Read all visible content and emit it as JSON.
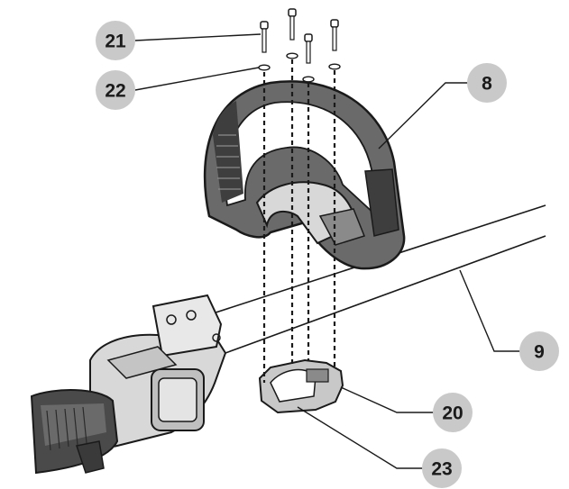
{
  "callouts": {
    "c21": "21",
    "c22": "22",
    "c8": "8",
    "c9": "9",
    "c20": "20",
    "c23": "23"
  },
  "colors": {
    "bubble": "#c9c9c9",
    "ink": "#1a1a1a",
    "handle_dark": "#4a4a4a",
    "handle_mid": "#8a8a8a",
    "handle_light": "#d8d8d8"
  }
}
